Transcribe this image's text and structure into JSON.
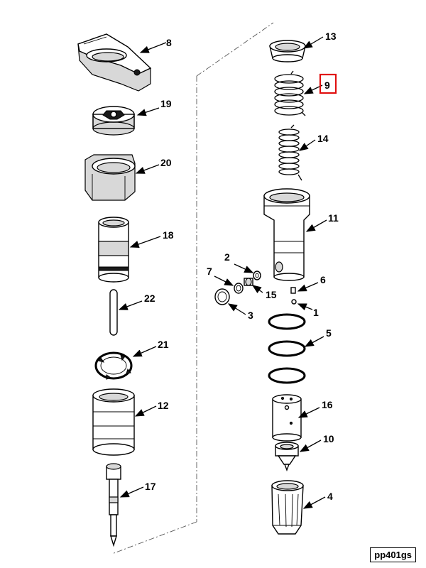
{
  "diagram": {
    "callouts": {
      "c1": "1",
      "c2": "2",
      "c3": "3",
      "c4": "4",
      "c5": "5",
      "c6": "6",
      "c7": "7",
      "c8": "8",
      "c9": "9",
      "c10": "10",
      "c11": "11",
      "c12": "12",
      "c13": "13",
      "c14": "14",
      "c15": "15",
      "c16": "16",
      "c17": "17",
      "c18": "18",
      "c19": "19",
      "c20": "20",
      "c21": "21",
      "c22": "22"
    },
    "highlighted_callout": "9",
    "highlight_color": "#e01010",
    "footer_code": "pp401gs"
  }
}
